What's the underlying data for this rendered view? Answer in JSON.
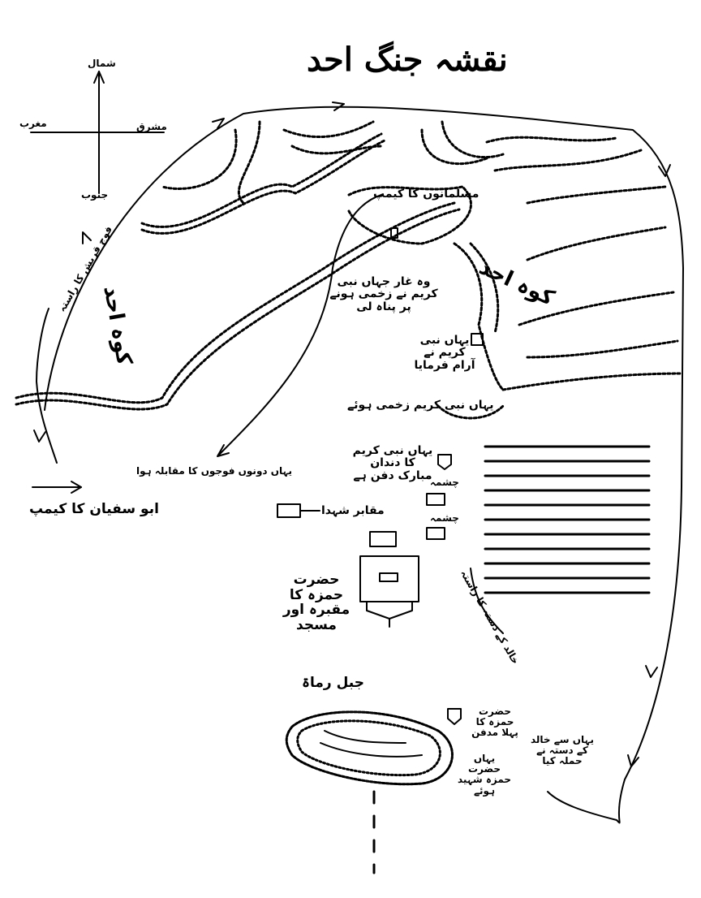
{
  "map": {
    "title": "نقشہ جنگ احد",
    "compass": {
      "north": "شمال",
      "south": "جنوب",
      "east": "مشرق",
      "west": "مغرب"
    },
    "labels": {
      "mount_uhud_left": "کوہ احد",
      "mount_uhud_right": "کوہ احد",
      "muslim_camp": "مسلمانوں کا کیمپ",
      "cave": "وہ غار جہاں نبی کریم نے زخمی ہونے پر پناہ لی",
      "prophet_rested": "یہاں نبی کریم نے آرام فرمایا",
      "prophet_wounded": "یہاں نبی کریم زخمی ہوئے",
      "armies_met": "یہاں دونوں فوجوں کا مقابلہ ہوا",
      "tooth_buried": "یہاں نبی کریم کا دندان مبارک دفن ہے",
      "spring_1": "چشمہ",
      "spring_2": "چشمہ",
      "martyrs_graves": "مقابر شہدا",
      "hamza_tomb": "حضرت حمزہ کا مقبرہ اور مسجد",
      "jabal_rumah": "جبل رماۃ",
      "hamza_first_burial": "حضرت حمزہ کا پہلا مدفن",
      "hamza_martyred": "یہاں حضرت حمزہ شہید ہوئے",
      "khalid_attack": "یہاں سے خالد کے دستہ نے حملہ کیا",
      "khalid_route": "خالد کے دستہ کا راستہ",
      "quraysh_route": "فوج قریش کا راستہ",
      "quraysh_camp": "ابو سفیان کا کیمپ"
    },
    "ink_color": "#000000",
    "paper_color": "#ffffff"
  }
}
